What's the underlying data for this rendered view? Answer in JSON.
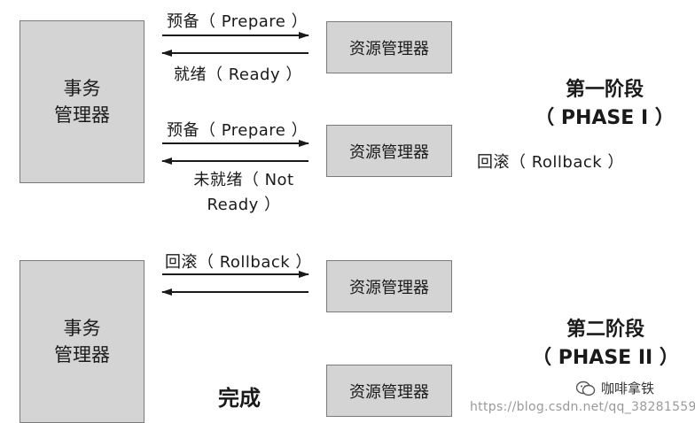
{
  "phase1": {
    "tm_line1": "事务",
    "tm_line2": "管理器",
    "rm_top": "资源管理器",
    "rm_mid": "资源管理器",
    "arrow1_label": "预备（ Prepare ）",
    "arrow2_label": "就绪（ Ready ）",
    "arrow3_label": "预备（ Prepare ）",
    "arrow4_label_line1": "未就绪（ Not",
    "arrow4_label_line2": "Ready ）",
    "rollback_note": "回滚（ Rollback ）",
    "title_line1": "第一阶段",
    "title_line2": "（ PHASE I ）"
  },
  "phase2": {
    "tm_line1": "事务",
    "tm_line2": "管理器",
    "rm_top": "资源管理器",
    "rm_bottom": "资源管理器",
    "arrow_label": "回滚（ Rollback ）",
    "done": "完成",
    "title_line1": "第二阶段",
    "title_line2": "（ PHASE II ）"
  },
  "watermark": {
    "url": "https://blog.csdn.net/qq_38281559",
    "brand": "咖啡拿铁",
    "brand_icon": "wechat-icon"
  },
  "colors": {
    "box_fill": "#d4d4d4",
    "box_border": "#7a7a7a",
    "arrow": "#1a1a1a"
  }
}
